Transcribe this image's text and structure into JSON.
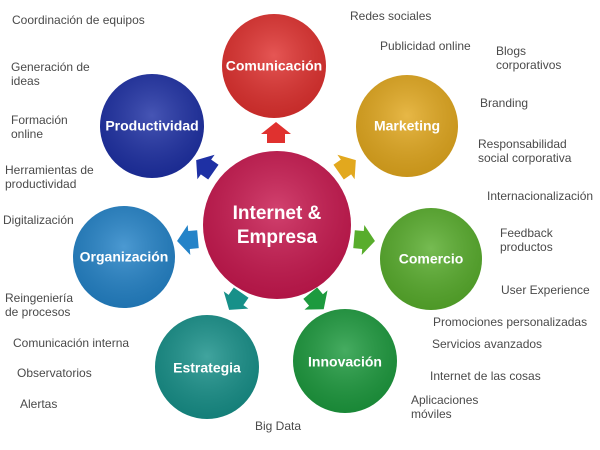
{
  "center": {
    "line1": "Internet &",
    "line2": "Empresa",
    "color": "#c8184f"
  },
  "nodes": [
    {
      "id": "comunicacion",
      "label": "Comunicación",
      "color": "#e0312f"
    },
    {
      "id": "marketing",
      "label": "Marketing",
      "color": "#e2a81e"
    },
    {
      "id": "comercio",
      "label": "Comercio",
      "color": "#58ad2c"
    },
    {
      "id": "innovacion",
      "label": "Innovación",
      "color": "#1d9a3e"
    },
    {
      "id": "estrategia",
      "label": "Estrategia",
      "color": "#179089"
    },
    {
      "id": "organizacion",
      "label": "Organización",
      "color": "#2483c8"
    },
    {
      "id": "productividad",
      "label": "Productividad",
      "color": "#1e30a4"
    }
  ],
  "notes": {
    "coordinacion": "Coordinación de equipos",
    "generacion_1": "Generación de",
    "generacion_2": "ideas",
    "formacion_1": "Formación",
    "formacion_2": "online",
    "herramientas_1": "Herramientas de",
    "herramientas_2": "productividad",
    "digitalizacion": "Digitalización",
    "reingenieria_1": "Reingeniería",
    "reingenieria_2": "de procesos",
    "comunicacion_interna": "Comunicación interna",
    "observatorios": "Observatorios",
    "alertas": "Alertas",
    "big_data": "Big Data",
    "redes_sociales": "Redes sociales",
    "publicidad_online": "Publicidad online",
    "blogs_1": "Blogs",
    "blogs_2": "corporativos",
    "branding": "Branding",
    "responsabilidad_1": "Responsabilidad",
    "responsabilidad_2": "social corporativa",
    "internacionalizacion": "Internacionalización",
    "feedback_1": "Feedback",
    "feedback_2": "productos",
    "user_experience": "User Experience",
    "promociones": "Promociones personalizadas",
    "servicios": "Servicios avanzados",
    "internet_cosas": "Internet de las cosas",
    "aplicaciones_1": "Aplicaciones",
    "aplicaciones_2": "móviles"
  }
}
